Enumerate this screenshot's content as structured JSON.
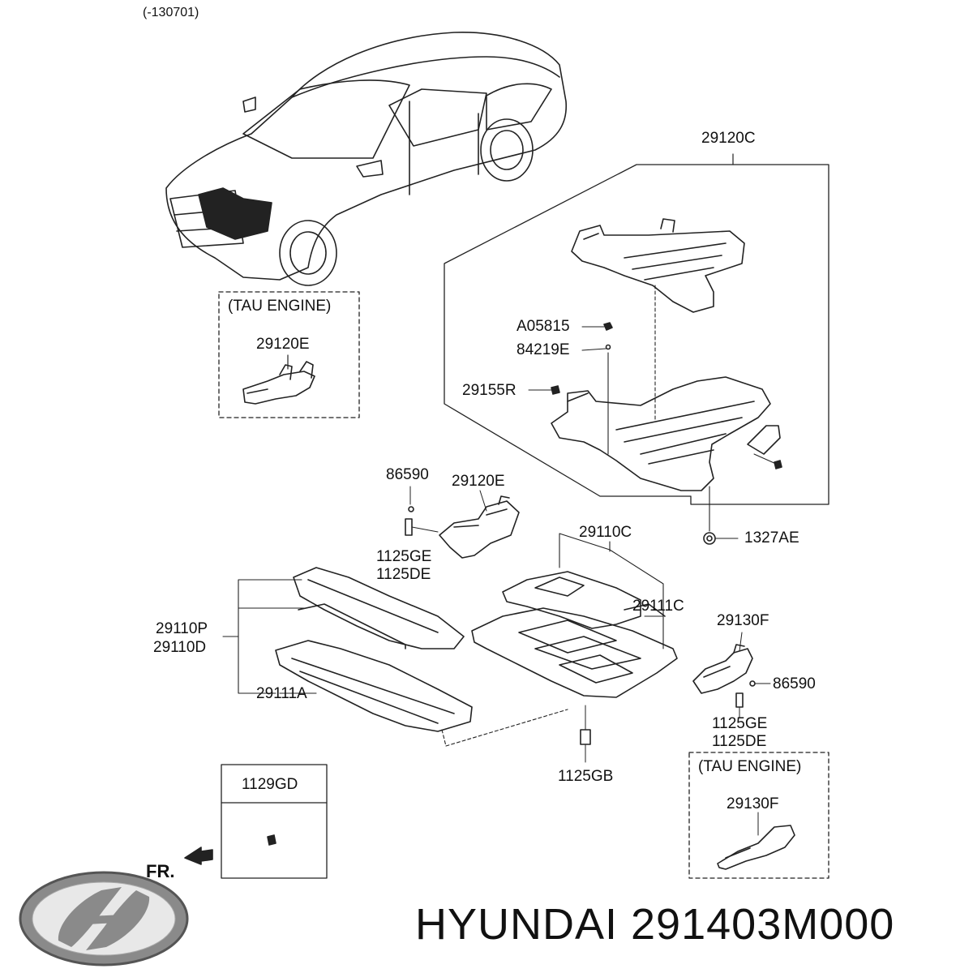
{
  "header": {
    "range_code": "(-130701)"
  },
  "callouts": {
    "p29120C": "29120C",
    "tau_engine_top": "(TAU ENGINE)",
    "p29120E_tau": "29120E",
    "pA05815": "A05815",
    "p84219E": "84219E",
    "p29155R": "29155R",
    "p86590_left": "86590",
    "p29120E": "29120E",
    "p1125GE_left": "1125GE",
    "p1125DE_left": "1125DE",
    "p1327AE": "1327AE",
    "p29110C": "29110C",
    "p29111C": "29111C",
    "p29110P": "29110P",
    "p29110D": "29110D",
    "p29111A": "29111A",
    "p29130F": "29130F",
    "p86590_right": "86590",
    "p1125GE_right": "1125GE",
    "p1125DE_right": "1125DE",
    "p1125GB": "1125GB",
    "p1129GD": "1129GD",
    "tau_engine_bottom": "(TAU ENGINE)",
    "p29130F_tau": "29130F"
  },
  "front_marker": "FR.",
  "footer": {
    "brand_part_number": "HYUNDAI 291403M000"
  }
}
